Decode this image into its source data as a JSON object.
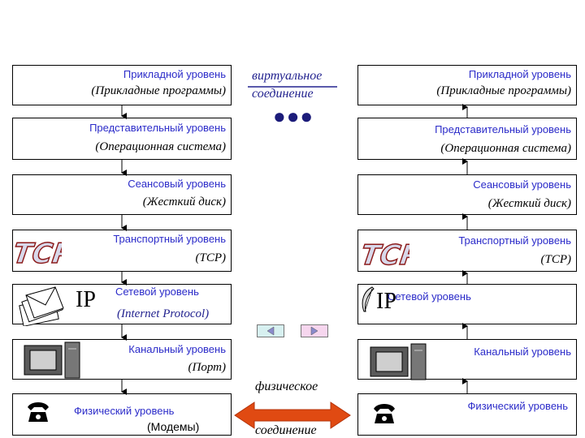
{
  "left": {
    "l7": {
      "title": "Прикладной уровень",
      "sub": "(Прикладные программы)"
    },
    "l6": {
      "title": "Представительный уровень",
      "sub": "(Операционная система)"
    },
    "l5": {
      "title": "Сеансовый уровень",
      "sub": "(Жесткий диск)"
    },
    "l4": {
      "title": "Транспортный уровень",
      "sub": "(TCP)"
    },
    "l3": {
      "title": "Сетевой уровень",
      "sub": "(Internet Protocol)"
    },
    "l2": {
      "title": "Канальный уровень",
      "sub": "(Порт)"
    },
    "l1": {
      "title": "Физический уровень",
      "sub": "(Модемы)"
    }
  },
  "right": {
    "l7": {
      "title": "Прикладной уровень",
      "sub": "(Прикладные программы)"
    },
    "l6": {
      "title": "Представительный уровень",
      "sub": "(Операционная система)"
    },
    "l5": {
      "title": "Сеансовый уровень",
      "sub": "(Жесткий диск)"
    },
    "l4": {
      "title": "Транспортный уровень",
      "sub": "(TCP)"
    },
    "l3": {
      "title": "Сетевой уровень"
    },
    "l2": {
      "title": "Канальный уровень"
    },
    "l1": {
      "title": "Физический уровень"
    }
  },
  "middle": {
    "virtual_line1": "виртуальное",
    "virtual_line2": "соединение",
    "dots": "●●●",
    "physical_line1": "физическое",
    "physical_line2": "соединение"
  },
  "icons": {
    "tcp_text": "TCP",
    "ip_text": "IP"
  }
}
